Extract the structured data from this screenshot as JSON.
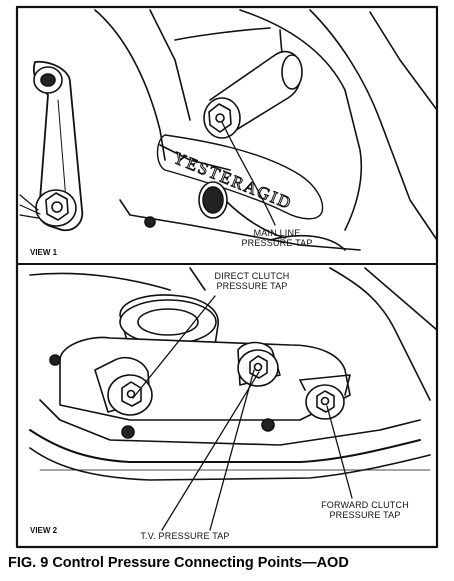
{
  "views": {
    "view1": "VIEW 1",
    "view2": "VIEW 2"
  },
  "labels": {
    "main_line_1": "MAIN LINE",
    "main_line_2": "PRESSURE TAP",
    "direct_clutch_1": "DIRECT CLUTCH",
    "direct_clutch_2": "PRESSURE TAP",
    "tv_pressure": "T.V. PRESSURE TAP",
    "forward_clutch_1": "FORWARD CLUTCH",
    "forward_clutch_2": "PRESSURE TAP"
  },
  "casting_text": "YESTERAGID",
  "caption": "FIG. 9  Control Pressure Connecting Points—AOD",
  "colors": {
    "ink": "#000000",
    "paper": "#ffffff"
  }
}
